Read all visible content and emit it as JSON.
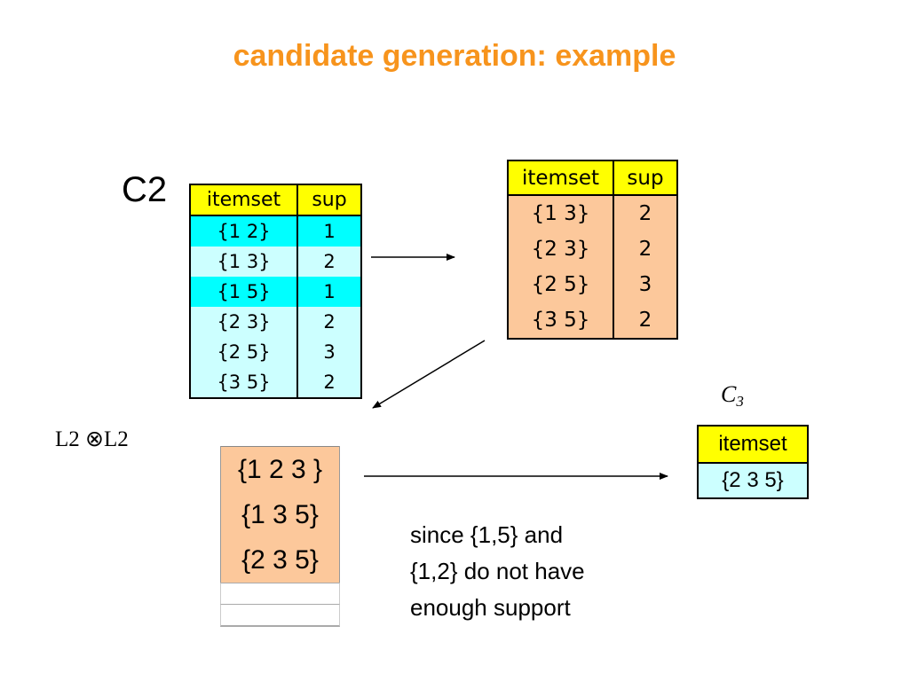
{
  "title": "candidate generation: example",
  "colors": {
    "title": "#f7941d",
    "header": "#ffff00",
    "highlight_row": "#00ffff",
    "light_row": "#ccffff",
    "peach": "#fcc89b"
  },
  "c2": {
    "label": "C2",
    "headers": [
      "itemset",
      "sup"
    ],
    "rows": [
      {
        "itemset": "{1 2}",
        "sup": "1"
      },
      {
        "itemset": "{1 3}",
        "sup": "2"
      },
      {
        "itemset": "{1 5}",
        "sup": "1"
      },
      {
        "itemset": "{2 3}",
        "sup": "2"
      },
      {
        "itemset": "{2 5}",
        "sup": "3"
      },
      {
        "itemset": "{3 5}",
        "sup": "2"
      }
    ]
  },
  "l2": {
    "headers": [
      "itemset",
      "sup"
    ],
    "rows": [
      {
        "itemset": "{1 3}",
        "sup": "2"
      },
      {
        "itemset": "{2 3}",
        "sup": "2"
      },
      {
        "itemset": "{2 5}",
        "sup": "3"
      },
      {
        "itemset": "{3 5}",
        "sup": "2"
      }
    ]
  },
  "join": {
    "label_left": "L2",
    "operator": "⊗",
    "label_right": "L2",
    "rows": [
      "{1 2 3 }",
      "{1 3 5}",
      "{2 3 5}"
    ]
  },
  "note": {
    "line1": "since {1,5} and",
    "line2": "{1,2} do not have",
    "line3": "enough support"
  },
  "c3": {
    "label_base": "C",
    "label_sub": "3",
    "header": "itemset",
    "rows": [
      "{2 3 5}"
    ]
  }
}
